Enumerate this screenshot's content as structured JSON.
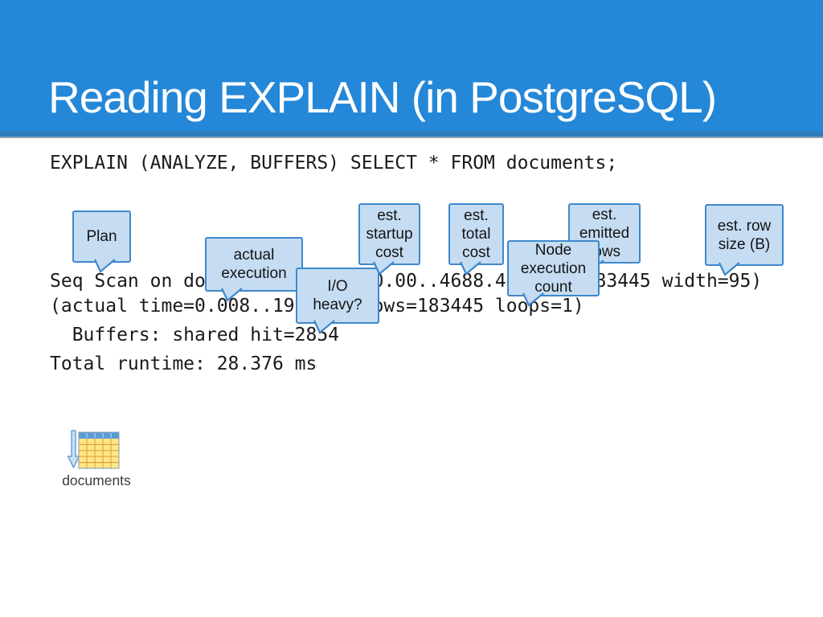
{
  "slide": {
    "title": "Reading EXPLAIN (in PostgreSQL)"
  },
  "query": "EXPLAIN (ANALYZE, BUFFERS) SELECT * FROM documents;",
  "explain_output": {
    "line1": "Seq Scan on documents  (cost=0.00..4688.45 rows=183445 width=95)",
    "line2": "(actual time=0.008..196.626 rows=183445 loops=1)",
    "line3": "  Buffers: shared hit=2854",
    "line4": "Total runtime: 28.376 ms"
  },
  "callouts": {
    "plan": {
      "text": "Plan"
    },
    "actual_execution": {
      "text": "actual\nexecution"
    },
    "io_heavy": {
      "text": "I/O\nheavy?"
    },
    "est_startup_cost": {
      "text": "est.\nstartup\ncost"
    },
    "est_total_cost": {
      "text": "est.\ntotal\ncost"
    },
    "node_execution_count": {
      "text": "Node\nexecution\ncount"
    },
    "est_emitted_rows": {
      "text": "est.\nemitted\nrows"
    },
    "est_row_size": {
      "text": "est. row\nsize (B)"
    }
  },
  "table_icon": {
    "label": "documents"
  },
  "colors": {
    "header_blue": "#2487d8",
    "header_strip": "#2e7bbd",
    "callout_fill": "#c5dcf2",
    "callout_border": "#3e88cb",
    "code_text": "#1a1a1a",
    "icon_table_header": "#5b9bd5",
    "icon_table_cells": "#ffe587"
  }
}
